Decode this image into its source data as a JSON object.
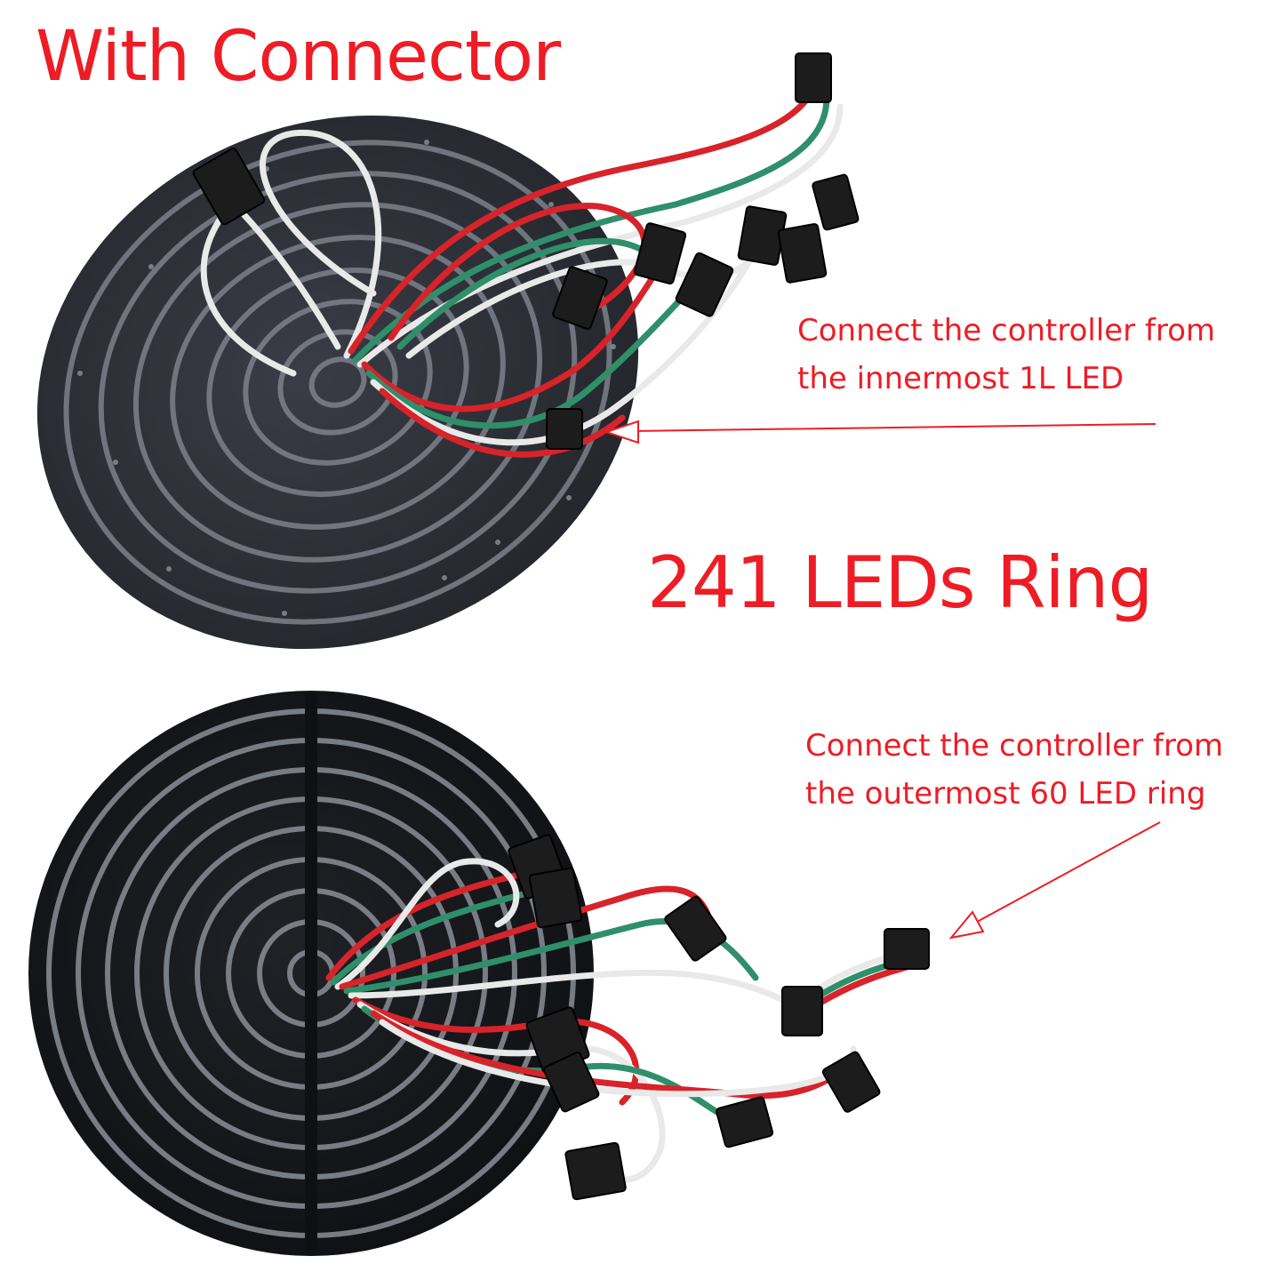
{
  "captions": {
    "with_connector": "With Connector",
    "ring_count": "241 LEDs Ring"
  },
  "notes": {
    "top": {
      "line1": "Connect the controller from",
      "line2": "the innermost 1L LED"
    },
    "bottom": {
      "line1": "Connect the controller from",
      "line2": "the outermost 60 LED ring"
    }
  },
  "colors": {
    "caption": "#ee1c25",
    "pcb_top": "#2a2c33",
    "pcb_bottom": "#14161a",
    "wire_red": "#d8232a",
    "wire_green": "#2f8f6a",
    "wire_white": "#e9e9e9",
    "connector": "#1c1c1c"
  }
}
